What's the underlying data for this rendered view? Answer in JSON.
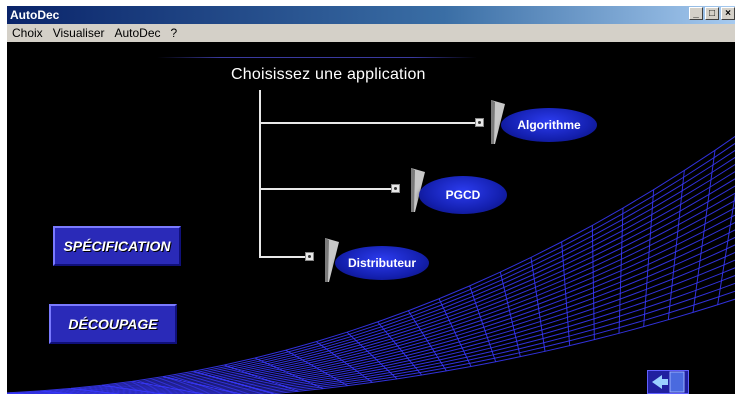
{
  "window": {
    "title": "AutoDec",
    "minimize": "_",
    "maximize": "□",
    "close": "×"
  },
  "menu": [
    "Choix",
    "Visualiser",
    "AutoDec",
    "?"
  ],
  "main": {
    "heading": "Choisissez une application",
    "applications": [
      {
        "label": "Algorithme",
        "icon": "flag-icon"
      },
      {
        "label": "PGCD",
        "icon": "flag-icon"
      },
      {
        "label": "Distributeur",
        "icon": "flag-icon"
      }
    ],
    "buttons": {
      "specification": "SPÉCIFICATION",
      "decoupage": "DÉCOUPAGE"
    },
    "exit_icon": "exit-door-icon"
  },
  "colors": {
    "background": "#000000",
    "grid": "#3a3aff",
    "button": "#2a2ab8"
  }
}
